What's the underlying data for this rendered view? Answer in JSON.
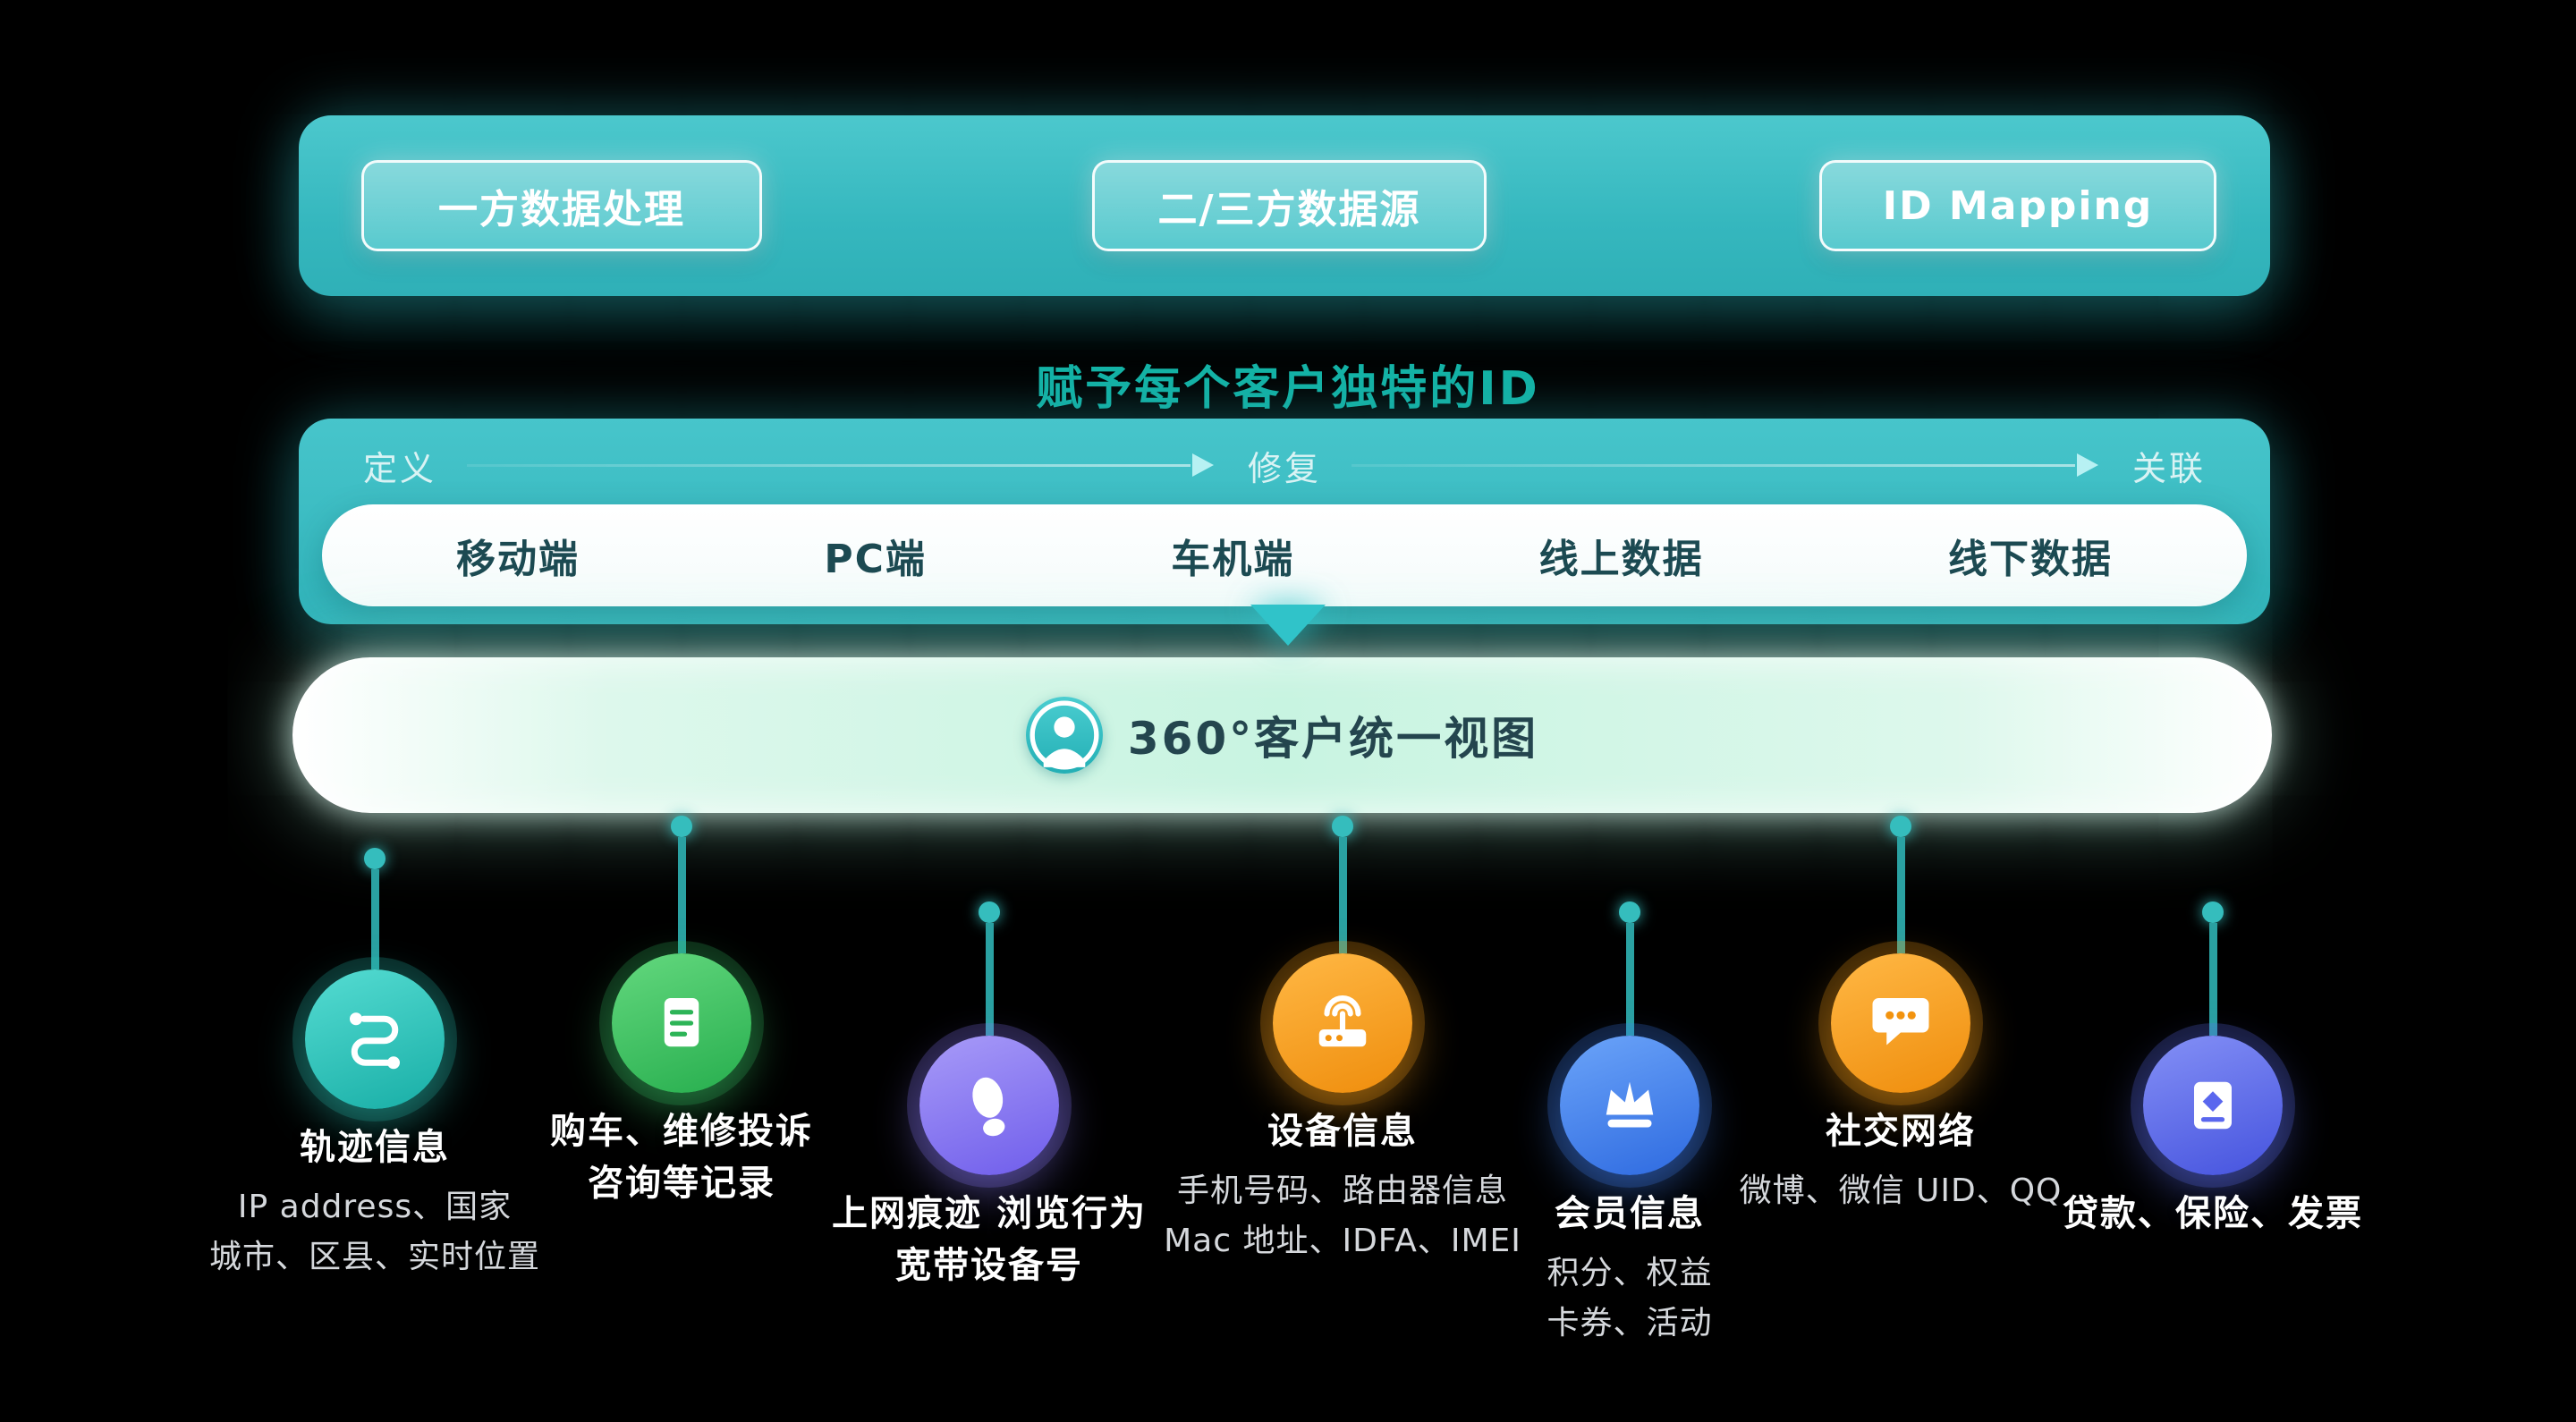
{
  "colors": {
    "background": "#000000",
    "teal_primary": "#38bcc2",
    "teal_accent": "#14b3a6",
    "mint_bar": "#c8f4e1",
    "source_teal": "#27bdb2",
    "source_green": "#38c163",
    "source_purple": "#8577f1",
    "source_orange": "#f49a16",
    "source_blue": "#3f7ef0",
    "source_indigo": "#5a6bee"
  },
  "top_bar": {
    "chips": [
      {
        "label": "一方数据处理"
      },
      {
        "label": "二/三方数据源"
      },
      {
        "label": "ID Mapping"
      }
    ]
  },
  "headline": "赋予每个客户独特的ID",
  "pipeline": {
    "stages": [
      {
        "label": "定义"
      },
      {
        "label": "修复"
      },
      {
        "label": "关联"
      }
    ],
    "channels": [
      {
        "label": "移动端"
      },
      {
        "label": "PC端"
      },
      {
        "label": "车机端"
      },
      {
        "label": "线上数据"
      },
      {
        "label": "线下数据"
      }
    ]
  },
  "unified_view": {
    "icon": "person-icon",
    "label": "360°客户统一视图"
  },
  "sources": [
    {
      "icon": "route-icon",
      "color": "#27bdb2",
      "label_lines": [
        "轨迹信息"
      ],
      "caption_lines": [
        "IP address、国家",
        "城市、区县、实时位置"
      ]
    },
    {
      "icon": "document-icon",
      "color": "#38c163",
      "label_lines": [
        "购车、维修投诉",
        "咨询等记录"
      ],
      "caption_lines": []
    },
    {
      "icon": "footprint-icon",
      "color": "#8577f1",
      "label_lines": [
        "上网痕迹 浏览行为",
        "宽带设备号"
      ],
      "caption_lines": []
    },
    {
      "icon": "router-icon",
      "color": "#f49a16",
      "label_lines": [
        "设备信息"
      ],
      "caption_lines": [
        "手机号码、路由器信息",
        "Mac 地址、IDFA、IMEI"
      ]
    },
    {
      "icon": "crown-icon",
      "color": "#3f7ef0",
      "label_lines": [
        "会员信息"
      ],
      "caption_lines": [
        "积分、权益",
        "卡券、活动"
      ]
    },
    {
      "icon": "chat-icon",
      "color": "#f49a16",
      "label_lines": [
        "社交网络"
      ],
      "caption_lines": [
        "微博、微信 UID、QQ"
      ]
    },
    {
      "icon": "invoice-icon",
      "color": "#5a6bee",
      "label_lines": [
        "贷款、保险、发票"
      ],
      "caption_lines": []
    }
  ]
}
